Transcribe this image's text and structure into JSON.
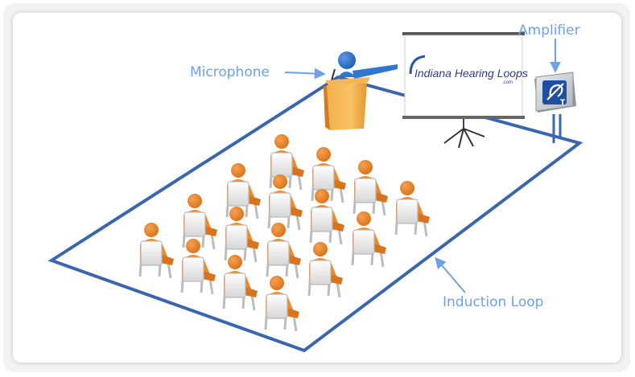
{
  "labels": {
    "microphone": "Microphone",
    "amplifier": "Amplifier",
    "induction_loop": "Induction Loop"
  },
  "screen": {
    "logo_text": "Indiana Hearing Loops",
    "logo_suffix": ".com"
  },
  "amplifier_box": {
    "symbol": "ear-t-icon",
    "symbol_letter": "T"
  },
  "colors": {
    "label_blue": "#6fa1e6",
    "loop_blue": "#3a66b0",
    "figure_orange": "#ec8a2e",
    "speaker_blue": "#2f78cf",
    "podium_orange": "#f6a93c"
  }
}
